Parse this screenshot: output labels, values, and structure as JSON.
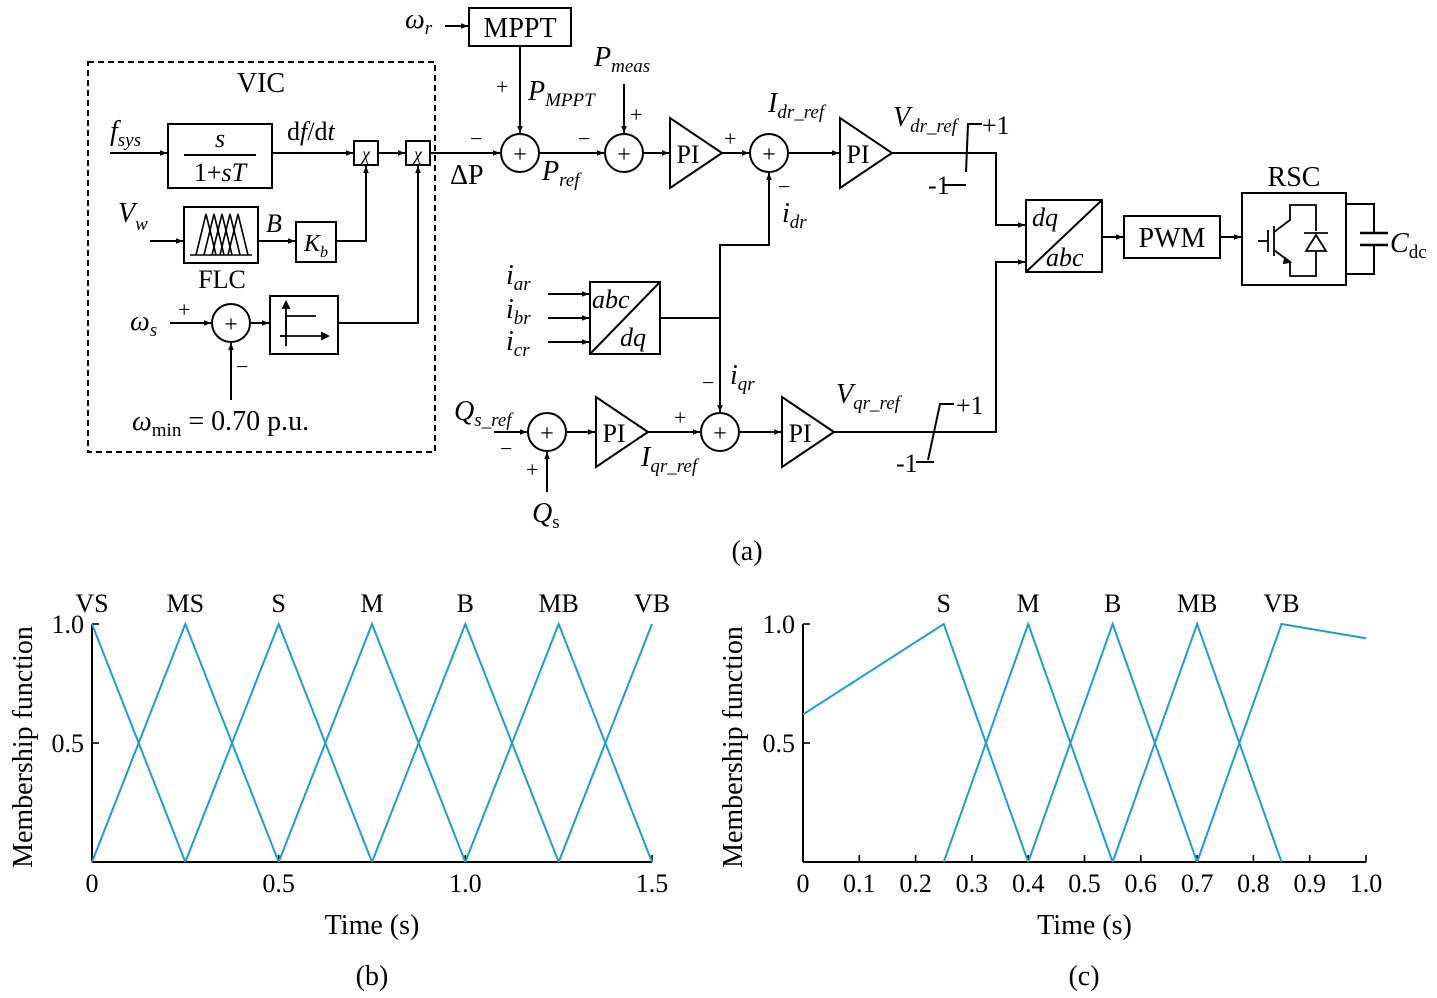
{
  "vic": {
    "title": "VIC",
    "f_sys": "f",
    "f_sys_sub": "sys",
    "tf_num": "s",
    "tf_den_a": "1+",
    "tf_den_b": "sT",
    "dfdt_a": "d",
    "dfdt_b": "f",
    "dfdt_c": "/d",
    "dfdt_d": "t",
    "mult": "χ",
    "v_w": "V",
    "v_w_sub": "w",
    "b_label": "B",
    "kb": "K",
    "kb_sub": "b",
    "flc": "FLC",
    "omega_s": "ω",
    "omega_s_sub": "s",
    "omega_min_a": "ω",
    "omega_min_sub": "min",
    "omega_min_val": " = 0.70 p.u."
  },
  "top": {
    "omega_r": "ω",
    "omega_r_sub": "r",
    "mppt": "MPPT",
    "p_mppt": "P",
    "p_mppt_sub": "MPPT",
    "p_meas": "P",
    "p_meas_sub": "meas",
    "delta_p": "ΔP",
    "p_ref": "P",
    "p_ref_sub": "ref",
    "pi": "PI",
    "i_dr_ref": "I",
    "i_dr_ref_sub": "dr_ref",
    "i_dr": "i",
    "i_dr_sub": "dr",
    "v_dr_ref": "V",
    "v_dr_ref_sub": "dr_ref",
    "plus1": "+1",
    "minus1": "-1"
  },
  "mid": {
    "i_ar": "i",
    "i_ar_sub": "ar",
    "i_br": "i",
    "i_br_sub": "br",
    "i_cr": "i",
    "i_cr_sub": "cr",
    "abc": "abc",
    "dq": "dq",
    "pwm": "PWM",
    "rsc": "RSC",
    "c_dc": "C",
    "c_dc_sub": "dc"
  },
  "bottom": {
    "q_s_ref": "Q",
    "q_s_ref_sub": "s_ref",
    "q_s": "Q",
    "q_s_sub": "s",
    "i_qr": "i",
    "i_qr_sub": "qr",
    "i_qr_ref": "I",
    "i_qr_ref_sub": "qr_ref",
    "v_qr_ref": "V",
    "v_qr_ref_sub": "qr_ref",
    "plus1": "+1",
    "minus1": "-1"
  },
  "signs": {
    "plus": "+",
    "minus": "−"
  },
  "captions": {
    "a": "(a)",
    "b": "(b)",
    "c": "(c)"
  },
  "chart_data": [
    {
      "type": "line",
      "xlabel": "Time (s)",
      "ylabel": "Membership function",
      "xlim": [
        0,
        1.5
      ],
      "ylim": [
        0,
        1
      ],
      "xticks": [
        "0",
        "0.5",
        "1.0",
        "1.5"
      ],
      "yticks": [
        "0.5",
        "1.0"
      ],
      "color": "#1aa0cf",
      "series": [
        {
          "name": "VS",
          "x": [
            0,
            0.25
          ],
          "y": [
            1,
            0
          ]
        },
        {
          "name": "MS",
          "x": [
            0,
            0.25,
            0.5
          ],
          "y": [
            0,
            1,
            0
          ]
        },
        {
          "name": "S",
          "x": [
            0.25,
            0.5,
            0.75
          ],
          "y": [
            0,
            1,
            0
          ]
        },
        {
          "name": "M",
          "x": [
            0.5,
            0.75,
            1.0
          ],
          "y": [
            0,
            1,
            0
          ]
        },
        {
          "name": "B",
          "x": [
            0.75,
            1.0,
            1.25
          ],
          "y": [
            0,
            1,
            0
          ]
        },
        {
          "name": "MB",
          "x": [
            1.0,
            1.25,
            1.5
          ],
          "y": [
            0,
            1,
            0
          ]
        },
        {
          "name": "VB",
          "x": [
            1.25,
            1.5
          ],
          "y": [
            0,
            1
          ]
        }
      ]
    },
    {
      "type": "line",
      "xlabel": "Time (s)",
      "ylabel": "Membership function",
      "xlim": [
        0,
        1.0
      ],
      "ylim": [
        0,
        1
      ],
      "xticks": [
        "0",
        "0.1",
        "0.2",
        "0.3",
        "0.4",
        "0.5",
        "0.6",
        "0.7",
        "0.8",
        "0.9",
        "1.0"
      ],
      "yticks": [
        "0.5",
        "1.0"
      ],
      "color": "#1aa0cf",
      "series": [
        {
          "name": "S",
          "x": [
            0,
            0.25,
            0.4
          ],
          "y": [
            0.62,
            1,
            0
          ]
        },
        {
          "name": "M",
          "x": [
            0.25,
            0.4,
            0.55
          ],
          "y": [
            0,
            1,
            0
          ]
        },
        {
          "name": "B",
          "x": [
            0.4,
            0.55,
            0.7
          ],
          "y": [
            0,
            1,
            0
          ]
        },
        {
          "name": "MB",
          "x": [
            0.55,
            0.7,
            0.85
          ],
          "y": [
            0,
            1,
            0
          ]
        },
        {
          "name": "VB",
          "x": [
            0.7,
            0.85,
            1.0
          ],
          "y": [
            0,
            1,
            0.94
          ]
        }
      ]
    }
  ]
}
